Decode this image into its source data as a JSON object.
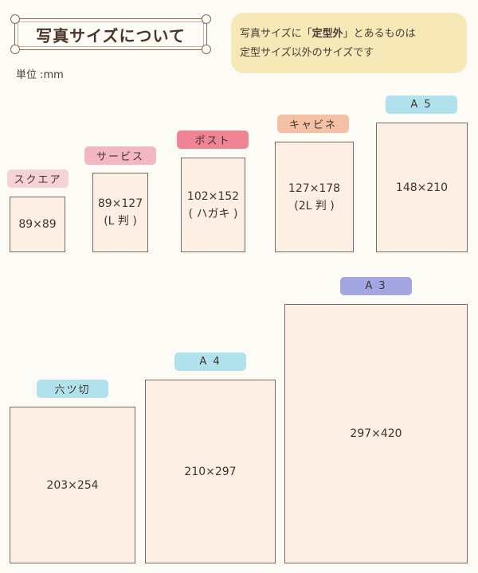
{
  "header": {
    "title": "写真サイズについて",
    "unit_label": "単位 :mm"
  },
  "note": {
    "line1_prefix": "写真サイズに「",
    "line1_bold": "定型外",
    "line1_suffix": "」とあるものは",
    "line2": "定型サイズ以外のサイズです"
  },
  "colors": {
    "card_fill": "#fdefe3",
    "card_border": "#7a6a60",
    "note_bg": "#f7e8b7",
    "tag_pink_light": "#f6d2d8",
    "tag_pink_mid": "#f3b7c4",
    "tag_red": "#ef8592",
    "tag_salmon": "#f6c0a5",
    "tag_blue": "#b2e1ee",
    "tag_purple": "#a3a6e0"
  },
  "sizes": [
    {
      "name": "スクエア",
      "dims": "89×89",
      "sub": "",
      "tag_color": "#f6d2d8"
    },
    {
      "name": "サービス",
      "dims": "89×127",
      "sub": "(L 判 )",
      "tag_color": "#f3b7c4"
    },
    {
      "name": "ポスト",
      "dims": "102×152",
      "sub": "( ハガキ )",
      "tag_color": "#ef8592"
    },
    {
      "name": "キャビネ",
      "dims": "127×178",
      "sub": "(2L 判 )",
      "tag_color": "#f6c0a5"
    },
    {
      "name": "A 5",
      "dims": "148×210",
      "sub": "",
      "tag_color": "#b2e1ee"
    },
    {
      "name": "六ツ切",
      "dims": "203×254",
      "sub": "",
      "tag_color": "#b2e1ee"
    },
    {
      "name": "A 4",
      "dims": "210×297",
      "sub": "",
      "tag_color": "#b2e1ee"
    },
    {
      "name": "A 3",
      "dims": "297×420",
      "sub": "",
      "tag_color": "#a3a6e0"
    }
  ]
}
